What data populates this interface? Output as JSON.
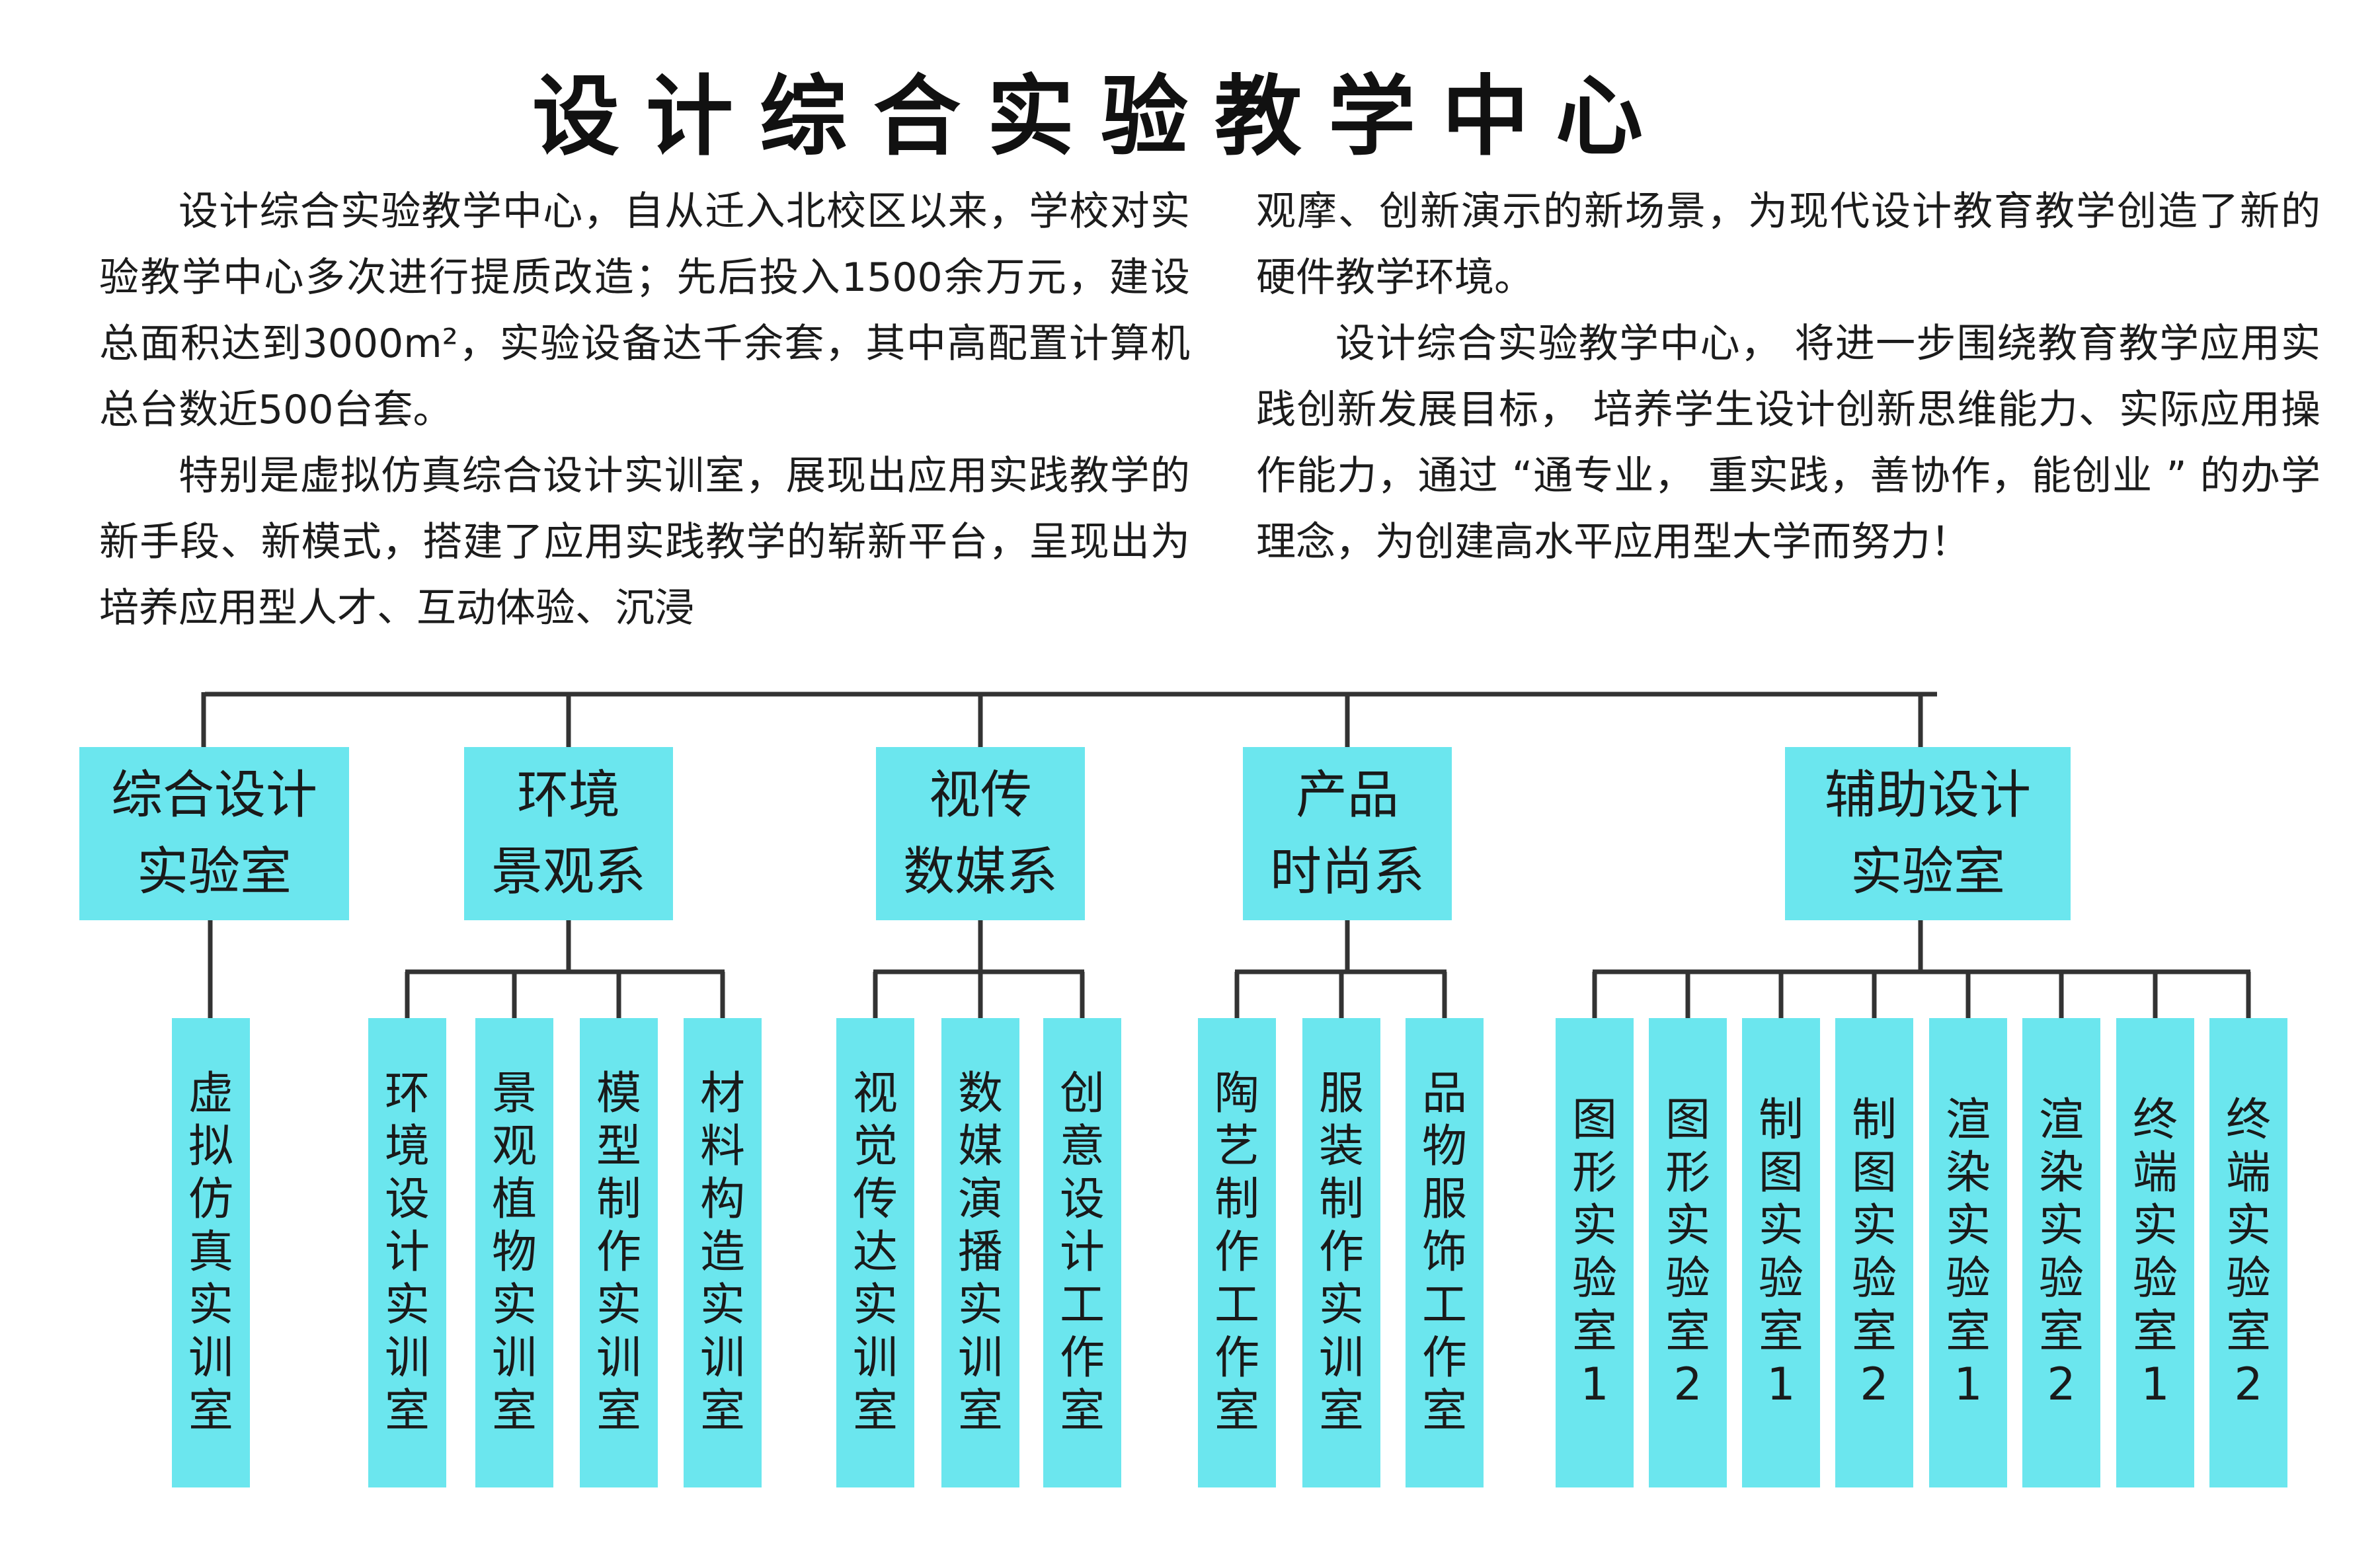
{
  "title": "设计综合实验教学中心",
  "intro": {
    "left": [
      "设计综合实验教学中心，自从迁入北校区以来，学校对实验教学中心多次进行提质改造；先后投入1500余万元，建设总面积达到3000m²，实验设备达千余套，其中高配置计算机总台数近500台套。",
      "特别是虚拟仿真综合设计实训室，展现出应用实践教学的新手段、新模式，搭建了应用实践教学的崭新平台，呈现出为培养应用型人才、互动体验、沉浸"
    ],
    "right": [
      "观摩、创新演示的新场景，为现代设计教育教学创造了新的硬件教学环境。",
      "设计综合实验教学中心， 将进一步围绕教育教学应用实践创新发展目标， 培养学生设计创新思维能力、实际应用操作能力，通过 “通专业， 重实践，善协作，能创业 ” 的办学理念，为创建高水平应用型大学而努力！"
    ]
  },
  "colors": {
    "box": "#6be6ee",
    "line": "#333333"
  },
  "departments": [
    {
      "line1": "综合设计",
      "line2": "实验室",
      "labs": [
        "虚拟仿真实训室"
      ]
    },
    {
      "line1": "环境",
      "line2": "景观系",
      "labs": [
        "环境设计实训室",
        "景观植物实训室",
        "模型制作实训室",
        "材料构造实训室"
      ]
    },
    {
      "line1": "视传",
      "line2": "数媒系",
      "labs": [
        "视觉传达实训室",
        "数媒演播实训室",
        "创意设计工作室"
      ]
    },
    {
      "line1": "产品",
      "line2": "时尚系",
      "labs": [
        "陶艺制作工作室",
        "服装制作实训室",
        "品物服饰工作室"
      ]
    },
    {
      "line1": "辅助设计",
      "line2": "实验室",
      "labs": [
        "图形实验室1",
        "图形实验室2",
        "制图实验室1",
        "制图实验室2",
        "渲染实验室1",
        "渲染实验室2",
        "终端实验室1",
        "终端实验室2"
      ]
    }
  ]
}
